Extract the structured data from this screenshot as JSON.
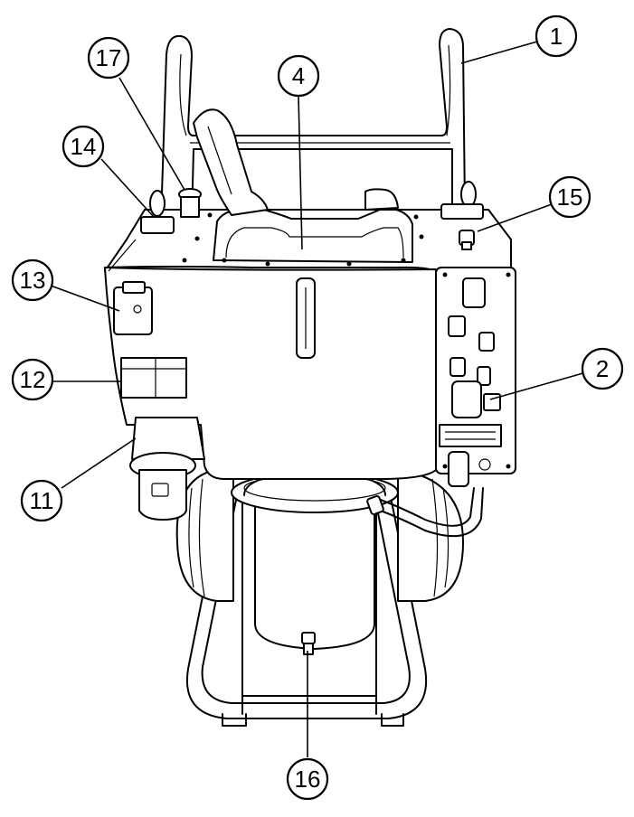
{
  "diagram": {
    "callouts": [
      {
        "id": "1",
        "label": "1"
      },
      {
        "id": "2",
        "label": "2"
      },
      {
        "id": "4",
        "label": "4"
      },
      {
        "id": "11",
        "label": "11"
      },
      {
        "id": "12",
        "label": "12"
      },
      {
        "id": "13",
        "label": "13"
      },
      {
        "id": "14",
        "label": "14"
      },
      {
        "id": "15",
        "label": "15"
      },
      {
        "id": "16",
        "label": "16"
      },
      {
        "id": "17",
        "label": "17"
      }
    ]
  }
}
